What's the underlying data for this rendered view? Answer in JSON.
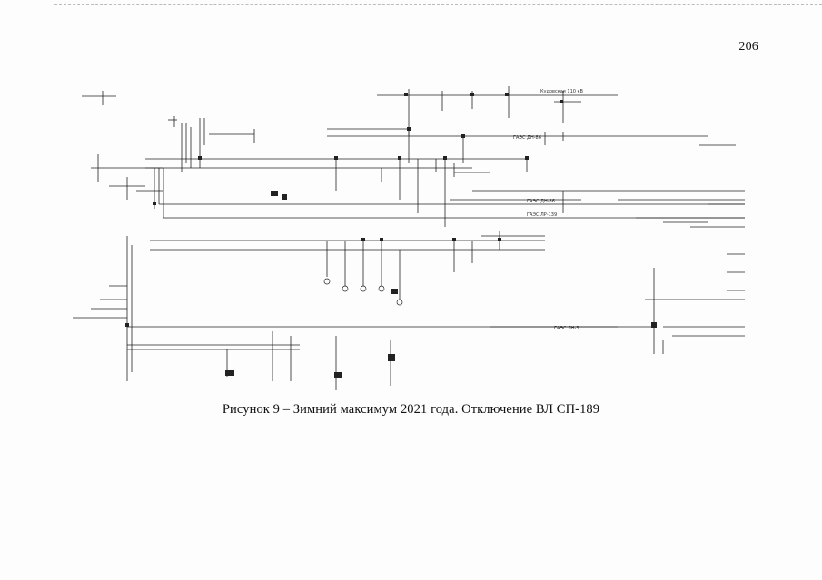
{
  "page": {
    "page_number": "206",
    "caption": "Рисунок 9 – Зимний максимум 2021 года. Отключение ВЛ СП-189"
  },
  "diagram": {
    "line_labels": [
      "ГАЭС ДН-86",
      "ГАЭС ДН-86",
      "ГАЭС ЛР-139",
      "ГАЭС ЛН-3"
    ],
    "top_label": "Кудовская 110 кВ"
  }
}
